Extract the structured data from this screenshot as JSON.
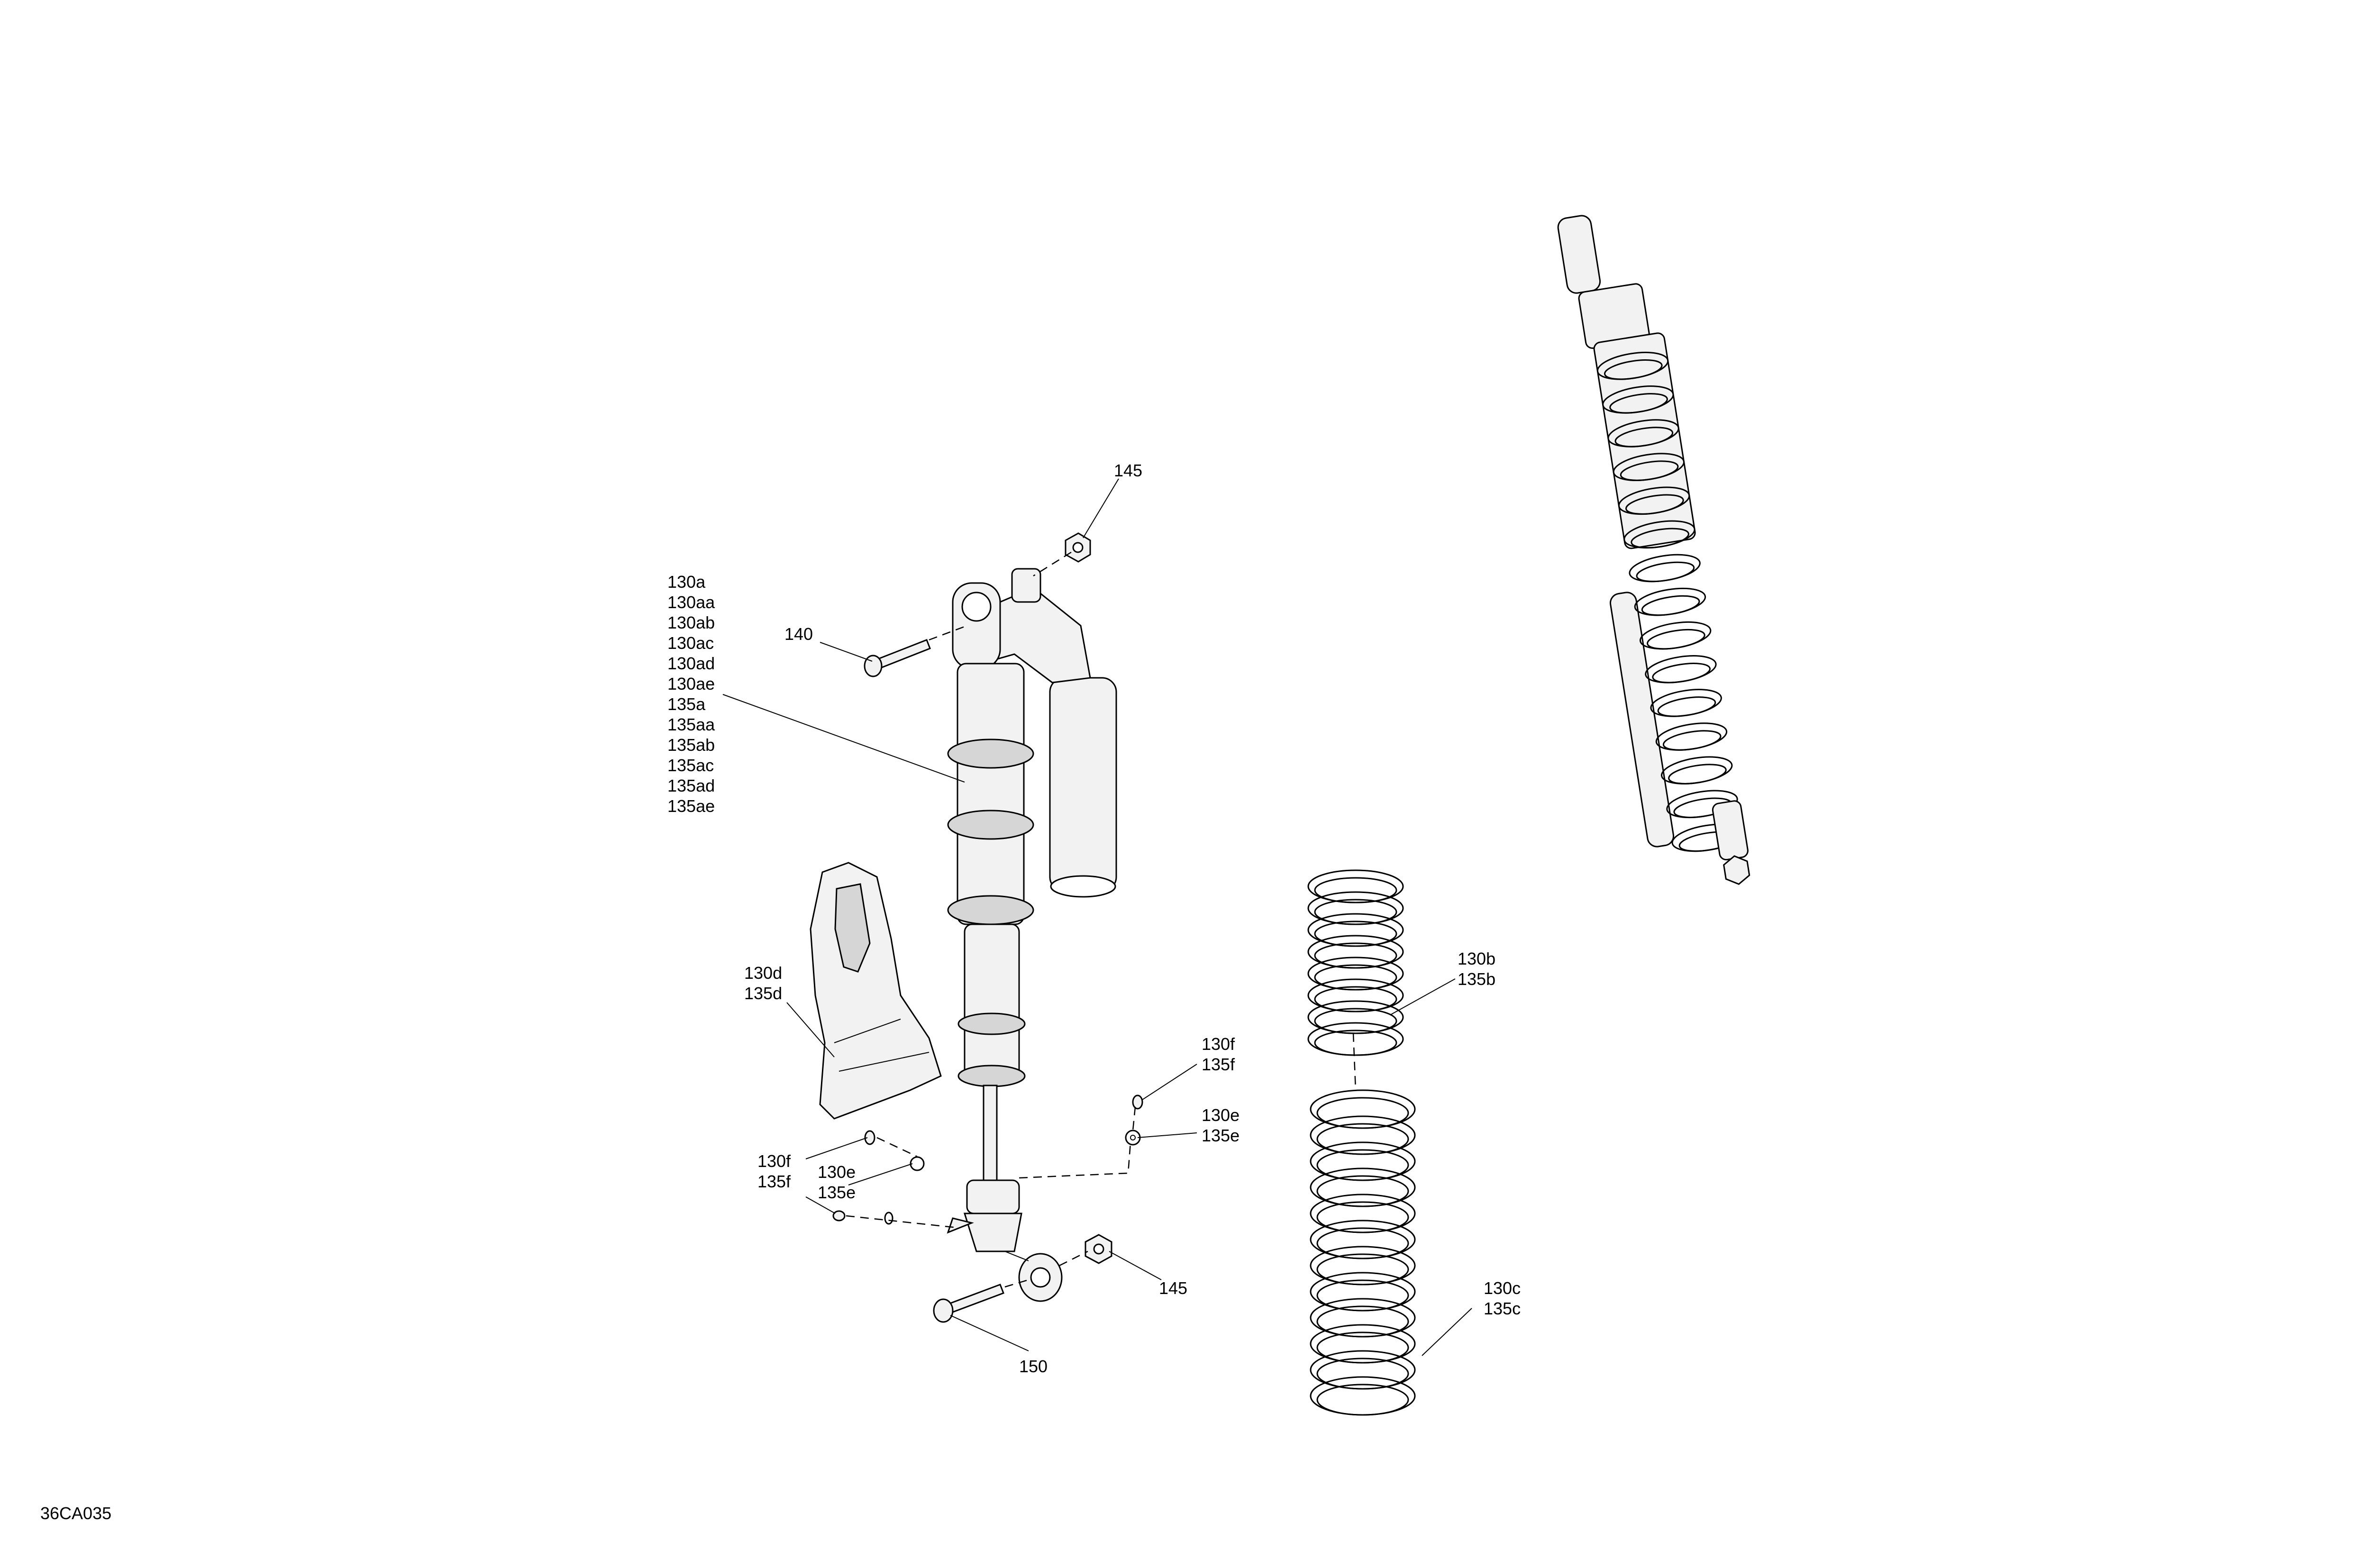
{
  "diagram": {
    "code": "36CA035",
    "callouts": {
      "shock_group": [
        "130a",
        "130aa",
        "130ab",
        "130ac",
        "130ad",
        "130ae",
        "135a",
        "135aa",
        "135ab",
        "135ac",
        "135ad",
        "135ae"
      ],
      "top_nut": "145",
      "top_bolt": "140",
      "upper_spring": [
        "130b",
        "135b"
      ],
      "lower_spring": [
        "130c",
        "135c"
      ],
      "guard": [
        "130d",
        "135d"
      ],
      "right_screw": [
        "130f",
        "135f"
      ],
      "right_washer": [
        "130e",
        "135e"
      ],
      "left_screw": [
        "130f",
        "135f"
      ],
      "left_washer": [
        "130e",
        "135e"
      ],
      "bottom_nut": "145",
      "bottom_bolt": "150"
    }
  }
}
